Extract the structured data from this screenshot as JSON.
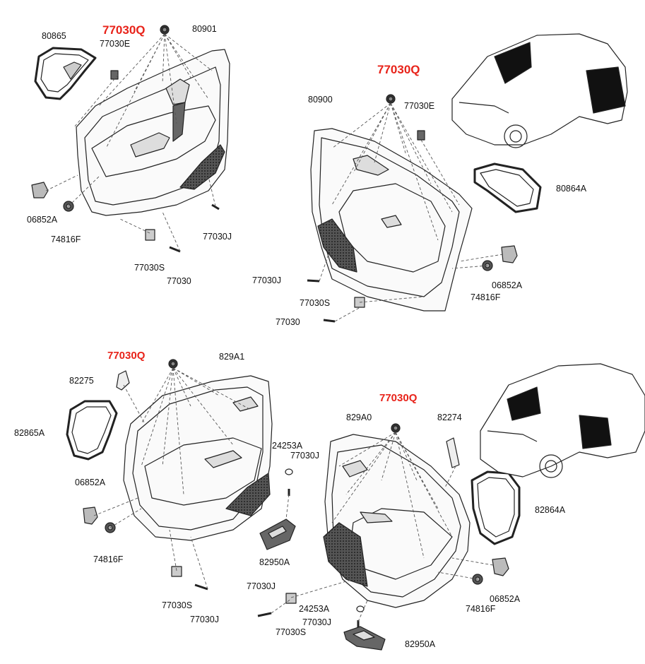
{
  "highlight_color": "#e8231a",
  "highlight_part": "77030Q",
  "quadrants": {
    "front_left": {
      "highlight": "77030Q",
      "labels": {
        "trim_panel": "80901",
        "grommet": "80865",
        "clip_e": "77030E",
        "bracket": "06852A",
        "fastener": "74816F",
        "clip_s": "77030S",
        "screw_j": "77030J",
        "screw": "77030"
      }
    },
    "front_right": {
      "highlight": "77030Q",
      "labels": {
        "trim_panel": "80900",
        "clip_e": "77030E",
        "grommet": "80864A",
        "screw_j": "77030J",
        "clip_s": "77030S",
        "screw": "77030",
        "bracket": "06852A",
        "fastener": "74816F"
      }
    },
    "rear_left": {
      "highlight": "77030Q",
      "labels": {
        "trim_panel": "829A1",
        "cover": "82275",
        "grommet": "82865A",
        "bracket": "06852A",
        "fastener": "74816F",
        "cap": "24253A",
        "screw_j_top": "77030J",
        "switch": "82950A",
        "clip_s": "77030S",
        "screw_j": "77030J"
      }
    },
    "rear_right": {
      "highlight": "77030Q",
      "labels": {
        "trim_panel": "829A0",
        "cover": "82274",
        "grommet": "82864A",
        "bracket": "06852A",
        "fastener": "74816F",
        "screw_j": "77030J",
        "clip_s": "77030S",
        "cap": "24253A",
        "screw_j2": "77030J",
        "switch": "82950A"
      }
    }
  }
}
